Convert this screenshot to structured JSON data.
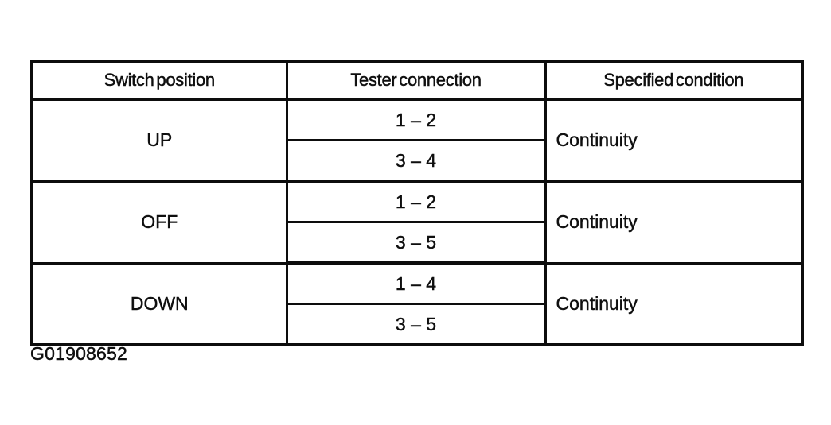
{
  "page": {
    "background": "#ffffff",
    "ink": "#0d0d0d"
  },
  "figure_id": "G01908652",
  "table": {
    "headers": [
      "Switch position",
      "Tester connection",
      "Specified condition"
    ],
    "rows": [
      {
        "position": "UP",
        "connections": [
          "1 – 2",
          "3 – 4"
        ],
        "condition": "Continuity"
      },
      {
        "position": "OFF",
        "connections": [
          "1 – 2",
          "3 – 5"
        ],
        "condition": "Continuity"
      },
      {
        "position": "DOWN",
        "connections": [
          "1 – 4",
          "3 – 5"
        ],
        "condition": "Continuity"
      }
    ]
  }
}
